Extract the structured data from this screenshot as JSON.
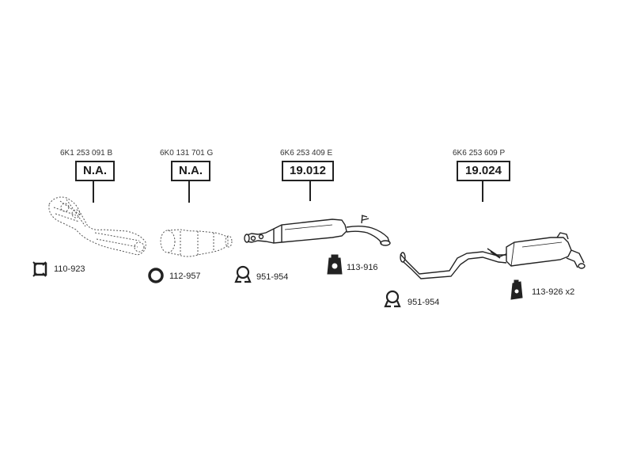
{
  "assemblies": [
    {
      "oem_ref": "6K1 253 091 B",
      "part_label": "N.A.",
      "component": "exhaust-manifold"
    },
    {
      "oem_ref": "6K0 131 701 G",
      "part_label": "N.A.",
      "component": "catalytic-converter"
    },
    {
      "oem_ref": "6K6 253 409 E",
      "part_label": "19.012",
      "component": "front-silencer"
    },
    {
      "oem_ref": "6K6 253 609 P",
      "part_label": "19.024",
      "component": "rear-silencer"
    }
  ],
  "accessories": [
    {
      "part_no": "110-923",
      "icon": "gasket-icon"
    },
    {
      "part_no": "112-957",
      "icon": "ring-gasket-icon"
    },
    {
      "part_no": "951-954",
      "icon": "clamp-icon"
    },
    {
      "part_no": "113-916",
      "icon": "rubber-mount-icon"
    },
    {
      "part_no": "951-954",
      "icon": "clamp-icon"
    },
    {
      "part_no": "113-926 x2",
      "icon": "hanger-icon"
    }
  ]
}
